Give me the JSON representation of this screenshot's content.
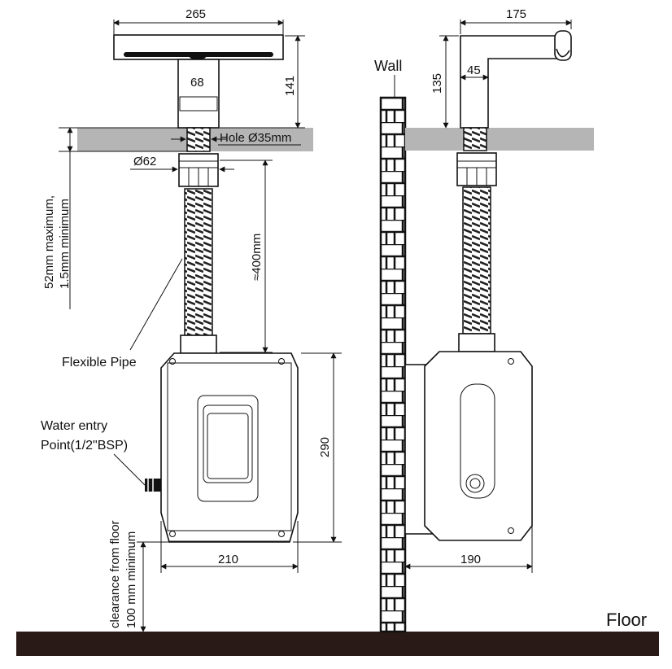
{
  "labels": {
    "top_width": "265",
    "spout_height": "141",
    "body_width": "68",
    "hole": "Hole Ø35mm",
    "nut_dia": "Ø62",
    "pipe_length": "≈400mm",
    "deck_thickness_1": "52mm maximum,",
    "deck_thickness_2": "1.5mm minimum",
    "flexible_pipe": "Flexible Pipe",
    "water_entry_1": "Water entry",
    "water_entry_2": "Point(1/2\"BSP)",
    "box_height": "290",
    "box_width": "210",
    "clearance_1": "clearance from floor",
    "clearance_2": "100 mm minimum",
    "wall": "Wall",
    "side_reach": "175",
    "side_height": "135",
    "side_body": "45",
    "side_depth": "190",
    "floor": "Floor"
  },
  "colors": {
    "floor": "#2a1a17",
    "counter": "#b5b5b5",
    "line": "#111111"
  }
}
